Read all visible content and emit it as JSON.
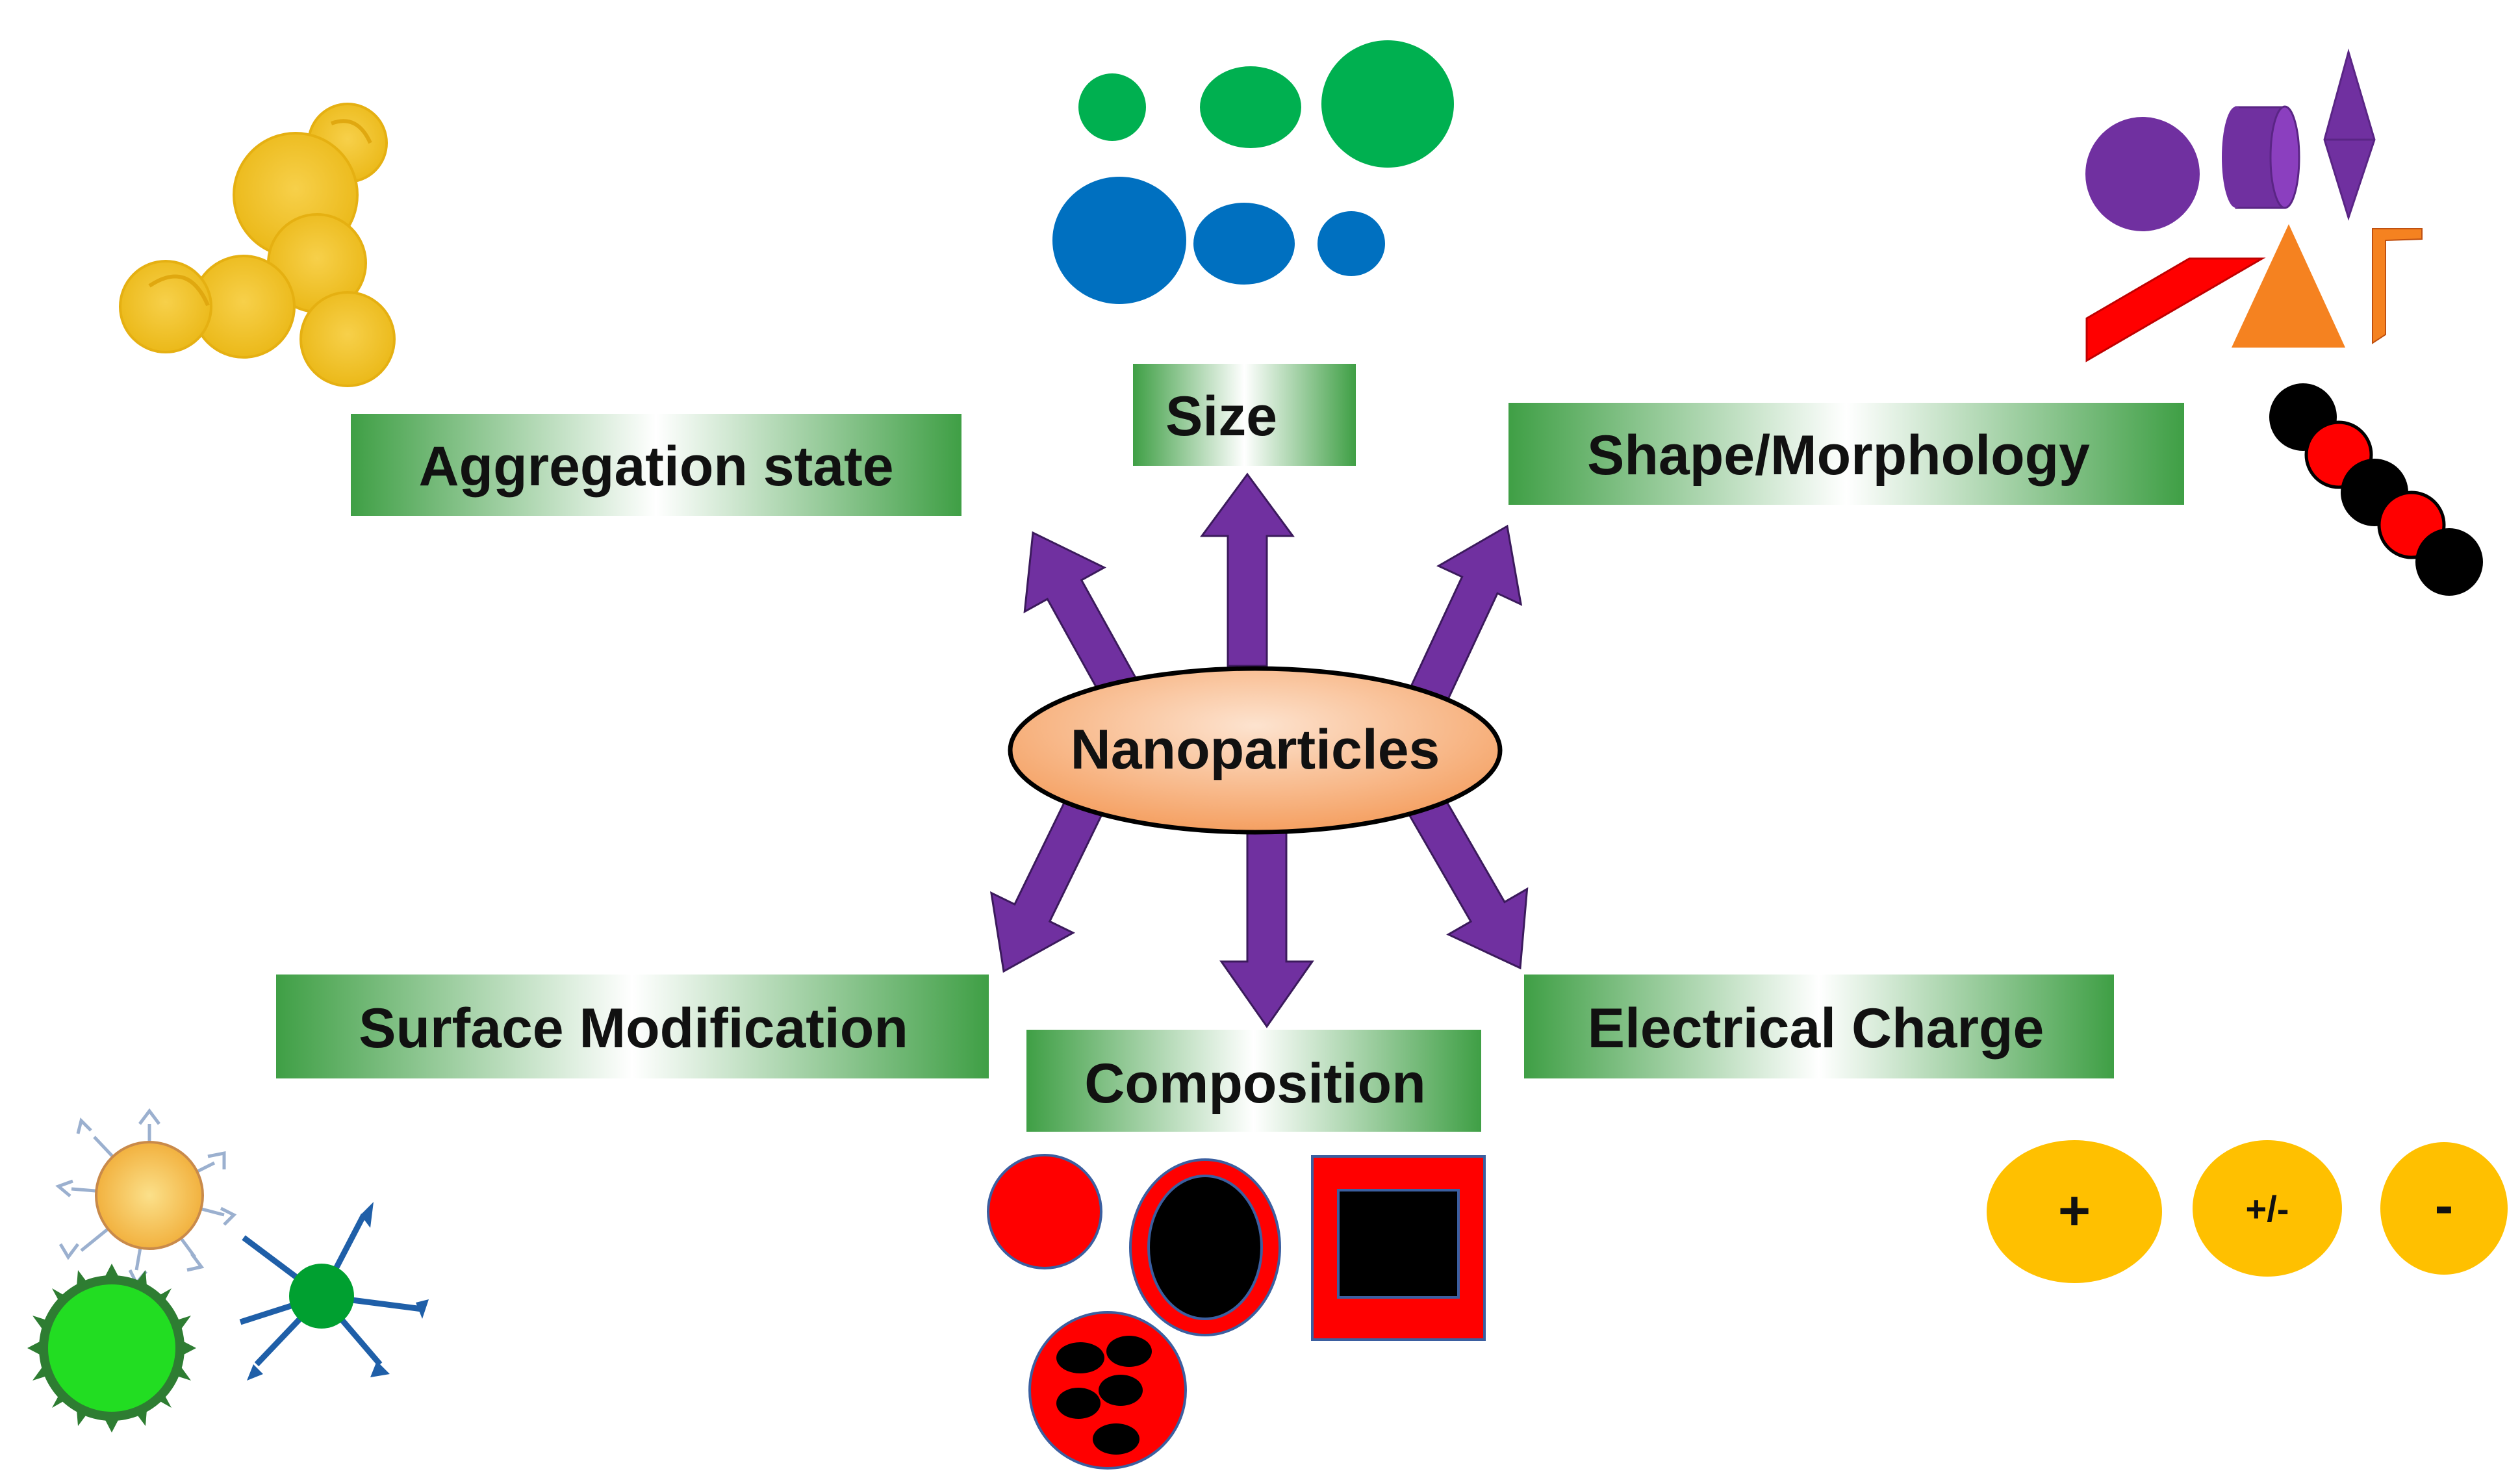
{
  "center": {
    "label": "Nanoparticles"
  },
  "properties": [
    {
      "id": "aggregation",
      "label": "Aggregation state"
    },
    {
      "id": "size",
      "label": "Size"
    },
    {
      "id": "shape",
      "label": "Shape/Morphology"
    },
    {
      "id": "surface",
      "label": "Surface Modification"
    },
    {
      "id": "composition",
      "label": "Composition"
    },
    {
      "id": "charge",
      "label": "Electrical Charge"
    }
  ],
  "charge_particles": [
    {
      "id": "positive",
      "symbol": "+"
    },
    {
      "id": "neutral",
      "symbol": "+/-"
    },
    {
      "id": "negative",
      "symbol": "-"
    }
  ],
  "colors": {
    "arrow": "#7030a0",
    "label_box_dark": "#3f9f45",
    "label_box_light": "#ffffff",
    "center_fill_light": "#fde3cf",
    "center_fill_dark": "#f49a58",
    "gold": "#f2c21a",
    "green": "#00b050",
    "blue": "#0070c0",
    "purple": "#7030a0",
    "red": "#ff0000",
    "orange": "#f58220",
    "black": "#000000",
    "charge_yellow": "#ffc000"
  }
}
